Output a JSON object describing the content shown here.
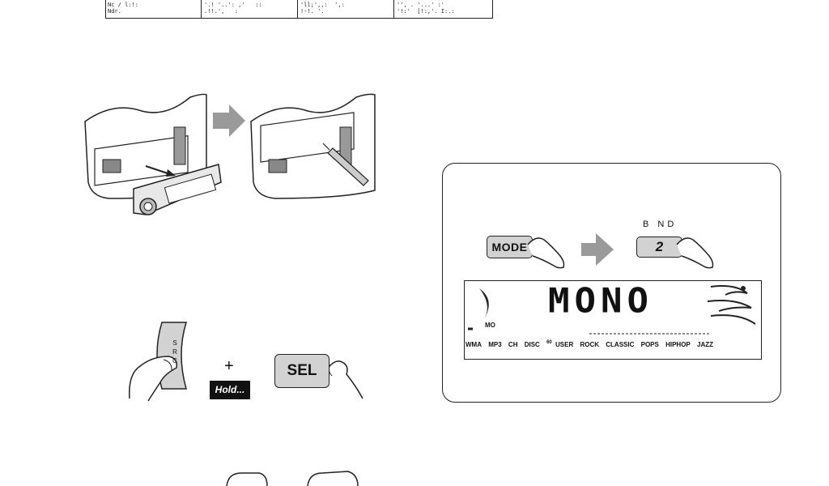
{
  "table_fragment": {
    "cells": [
      "Nc / l:!:\nNdr.",
      "'.! '..': ,'   ::\n.!!.',   :",
      "'ll;',,:  ',:\n!-!. '.",
      "'', . '...' :'\n'!:'  [!:,'. I:.:"
    ]
  },
  "illustrations": {
    "arrow_color": "#9a9a9a",
    "button_fill": "#d2d2d2"
  },
  "buttons": {
    "mode": "MODE",
    "band": "2",
    "sel": "SEL",
    "src_letters": "S R C"
  },
  "labels": {
    "band_label": "B ND",
    "plus": "+",
    "hold": "Hold..."
  },
  "lcd": {
    "main_text": "MONO",
    "mo_indicator": "MO",
    "bottom_row": [
      "WMA",
      "MP3",
      "CH",
      "DISC",
      "USER",
      "ROCK",
      "CLASSIC",
      "POPS",
      "HIPHOP",
      "JAZZ"
    ],
    "bottom_row_eq_mark": "60"
  }
}
